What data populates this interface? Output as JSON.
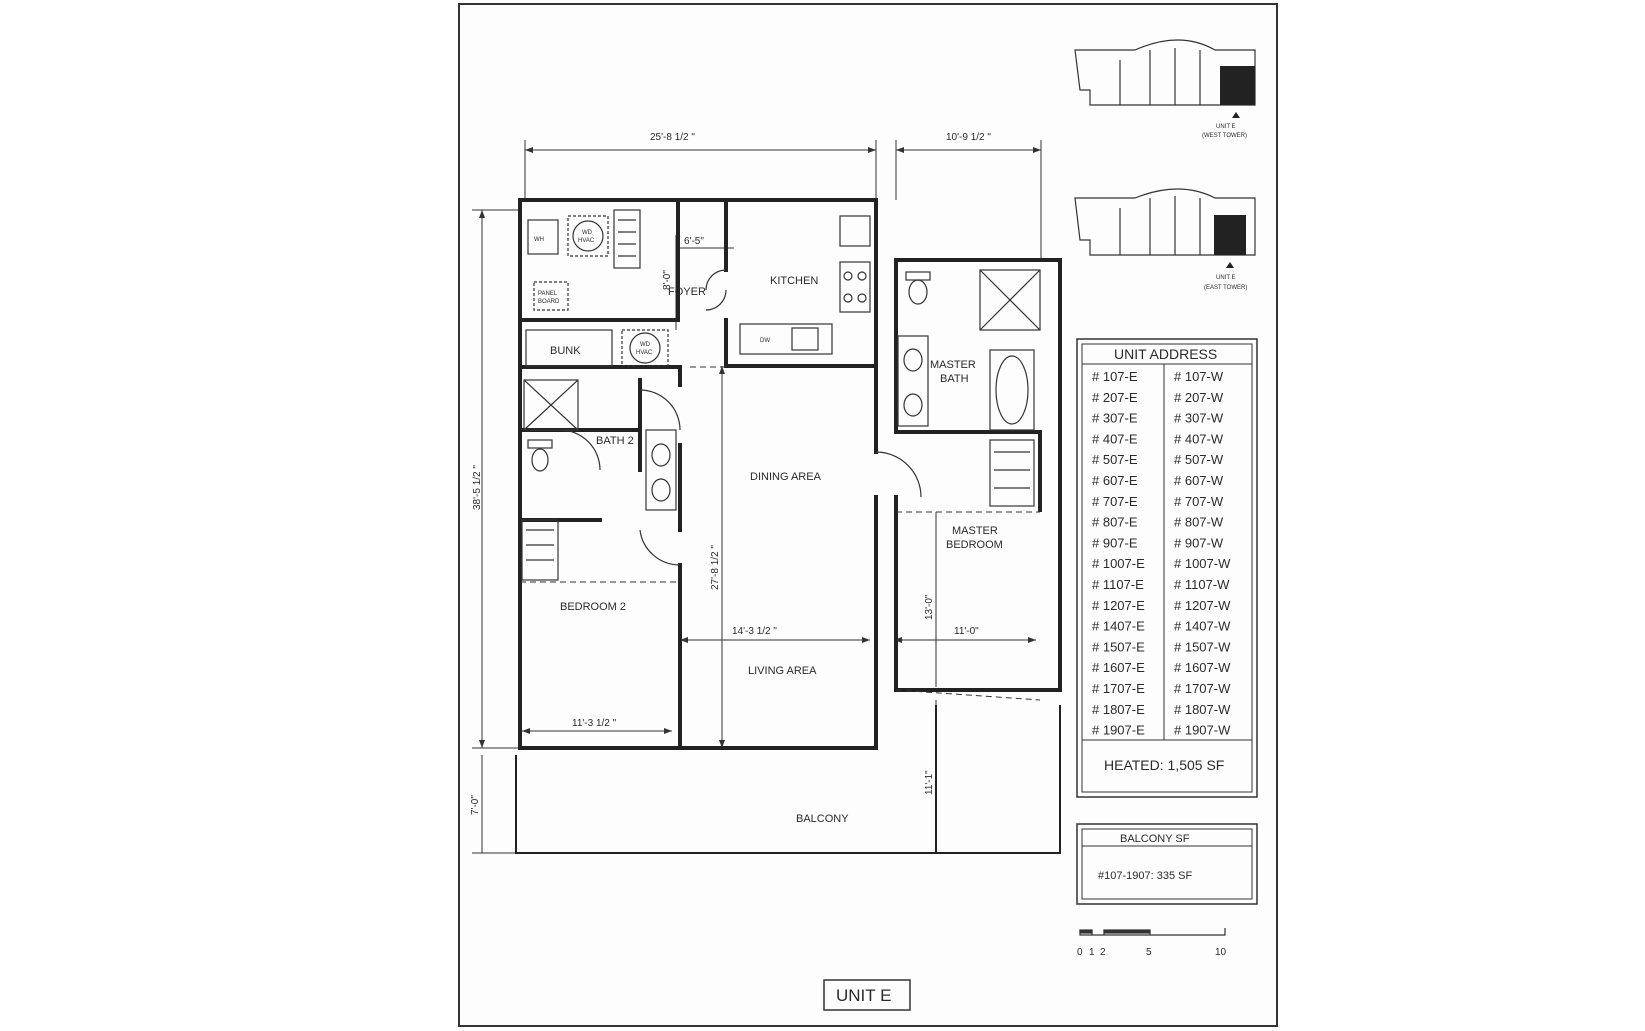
{
  "plan": {
    "title": "UNIT E",
    "rooms": {
      "foyer": "FOYER",
      "kitchen": "KITCHEN",
      "bunk": "BUNK",
      "bath2": "BATH 2",
      "dining": "DINING AREA",
      "bedroom2": "BEDROOM 2",
      "living": "LIVING AREA",
      "master_bath_1": "MASTER",
      "master_bath_2": "BATH",
      "master_bed_1": "MASTER",
      "master_bed_2": "BEDROOM",
      "balcony": "BALCONY"
    },
    "fixtures": {
      "wh": "WH",
      "wd_hvac_1": "WD",
      "wd_hvac_2": "HVAC",
      "panel_1": "PANEL",
      "panel_2": "BOARD",
      "dw": "DW"
    },
    "dimensions": {
      "top_width": "25'-8 1/2 \"",
      "master_width": "10'-9 1/2 \"",
      "total_depth": "38'-5 1/2 \"",
      "foyer_depth": "8'-0\"",
      "foyer_width": "6'-5\"",
      "dining_depth": "27'-8 1/2 \"",
      "living_width": "14'-3 1/2 \"",
      "bed2_width": "11'-3 1/2 \"",
      "master_bed_depth": "13'-0\"",
      "master_bed_width": "11'-0\"",
      "balcony_depth": "7'-0\"",
      "balcony_width": "11'-1\""
    },
    "key_plans": [
      {
        "label_1": "UNIT E",
        "label_2": "(WEST TOWER)"
      },
      {
        "label_1": "UNIT E",
        "label_2": "(EAST TOWER)"
      }
    ],
    "unit_address": {
      "header": "UNIT ADDRESS",
      "east": [
        "# 107-E",
        "# 207-E",
        "# 307-E",
        "# 407-E",
        "# 507-E",
        "# 607-E",
        "# 707-E",
        "# 807-E",
        "# 907-E",
        "# 1007-E",
        "# 1107-E",
        "# 1207-E",
        "# 1407-E",
        "# 1507-E",
        "# 1607-E",
        "# 1707-E",
        "# 1807-E",
        "# 1907-E"
      ],
      "west": [
        "# 107-W",
        "# 207-W",
        "# 307-W",
        "# 407-W",
        "# 507-W",
        "# 607-W",
        "# 707-W",
        "# 807-W",
        "# 907-W",
        "# 1007-W",
        "# 1107-W",
        "# 1207-W",
        "# 1407-W",
        "# 1507-W",
        "# 1607-W",
        "# 1707-W",
        "# 1807-W",
        "# 1907-W"
      ],
      "heated": "HEATED:  1,505 SF"
    },
    "balcony_sf": {
      "header": "BALCONY SF",
      "value": "#107-1907:  335 SF"
    },
    "scale": [
      "0",
      "1",
      "2",
      "5",
      "10"
    ]
  }
}
